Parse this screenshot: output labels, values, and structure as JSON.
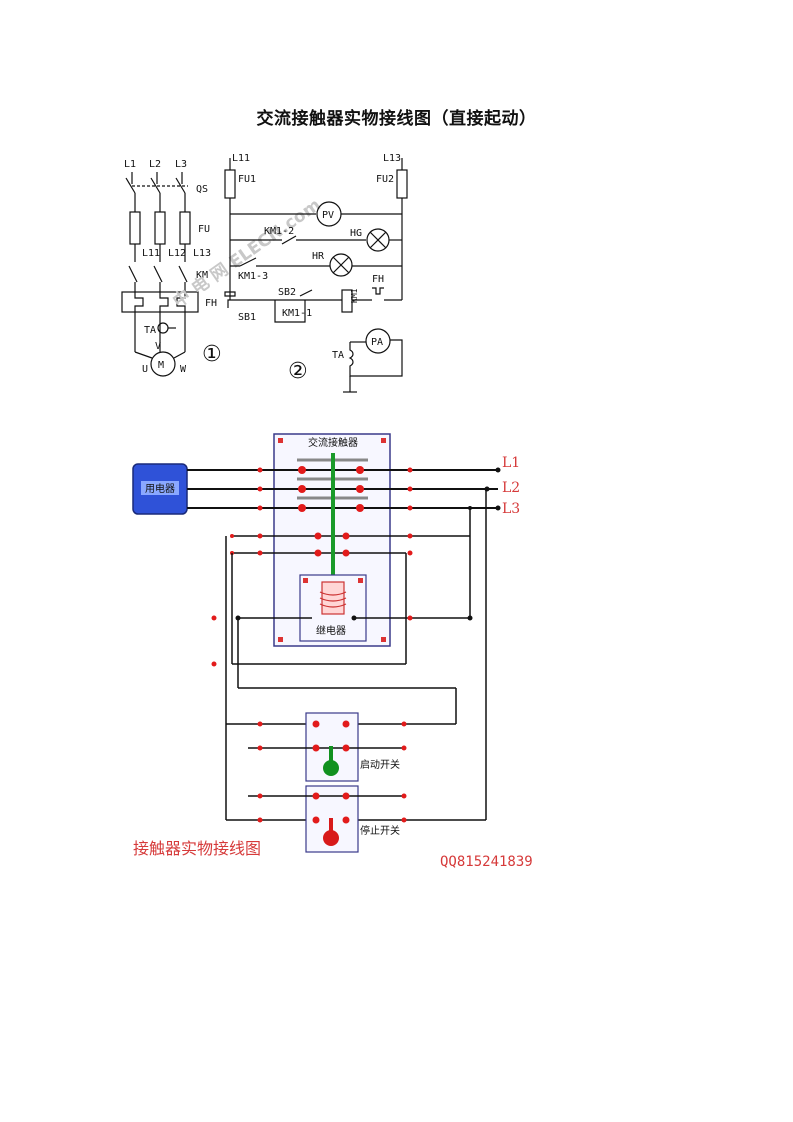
{
  "title": "交流接触器实物接线图（直接起动）",
  "schematic1": {
    "labels": {
      "l1": "L1",
      "l2": "L2",
      "l3": "L3",
      "qs": "QS",
      "fu": "FU",
      "l11": "L11",
      "l12": "L12",
      "l13": "L13",
      "km": "KM",
      "fh": "FH",
      "ta": "TA",
      "u": "U",
      "v": "V",
      "w": "W",
      "m": "M",
      "number": "①"
    }
  },
  "schematic2": {
    "labels": {
      "l11": "L11",
      "l13": "L13",
      "fu1": "FU1",
      "fu2": "FU2",
      "pv": "PV",
      "km12": "KM1-2",
      "hg": "HG",
      "km13": "KM1-3",
      "hr": "HR",
      "sb2": "SB2",
      "fh": "FH",
      "sb1": "SB1",
      "km11": "KM1-1",
      "km1": "KM1",
      "ta": "TA",
      "pa": "PA",
      "number": "②"
    }
  },
  "watermark": "中 电 网  ELECN.com",
  "wiring": {
    "contactor_label": "交流接触器",
    "load_label": "用电器",
    "relay_label": "继电器",
    "start_switch_label": "启动开关",
    "stop_switch_label": "停止开关",
    "phase_labels": [
      "L1",
      "L2",
      "L3"
    ],
    "caption": "接触器实物接线图",
    "qq": "QQ815241839",
    "colors": {
      "panel_border": "#3a3a8a",
      "terminal": "#e21b1b",
      "wire": "#111111",
      "load_fill": "#2f52d8",
      "armature": "#1a9a2a",
      "start_button": "#11911f",
      "stop_button": "#d81a1a",
      "caption": "#d63a3a"
    }
  }
}
